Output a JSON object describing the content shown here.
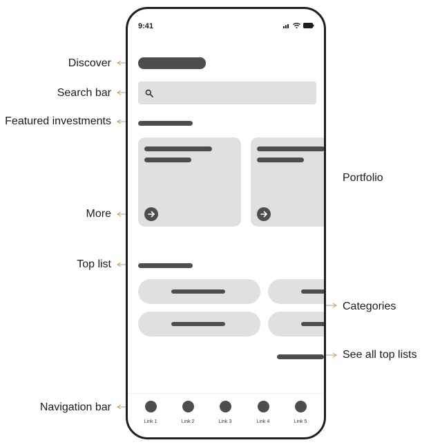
{
  "annotations": {
    "discover": "Discover",
    "search_bar": "Search bar",
    "featured_investments": "Featured investments",
    "more": "More",
    "top_list": "Top list",
    "navigation_bar": "Navigation bar",
    "portfolio": "Portfolio",
    "categories": "Categories",
    "see_all_top_lists": "See all top lists"
  },
  "phone": {
    "status_time": "9:41",
    "search_icon": "search-icon",
    "more_icon": "arrow-right-icon",
    "nav_links": [
      "Link 1",
      "Link 2",
      "Link 3",
      "Link 4",
      "Link 5"
    ]
  },
  "colors": {
    "placeholder_dark": "#4d4d4d",
    "placeholder_light": "#e0e0e0",
    "annotation_line": "#c89a5b",
    "frame": "#1e1e1e"
  }
}
